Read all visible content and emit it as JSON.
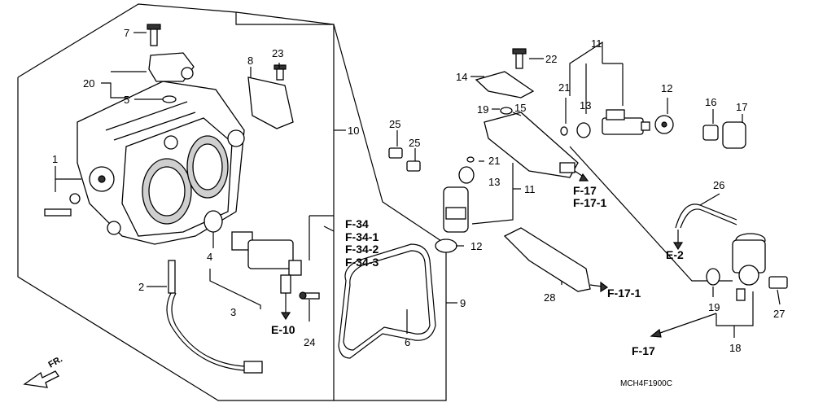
{
  "diagram": {
    "part_numbers": {
      "p1": "1",
      "p2": "2",
      "p3": "3",
      "p4": "4",
      "p5": "5",
      "p6": "6",
      "p7": "7",
      "p8": "8",
      "p9": "9",
      "p10": "10",
      "p11a": "11",
      "p11b": "11",
      "p12a": "12",
      "p12b": "12",
      "p13a": "13",
      "p13b": "13",
      "p14": "14",
      "p15": "15",
      "p16": "16",
      "p17": "17",
      "p18": "18",
      "p19a": "19",
      "p19b": "19",
      "p20": "20",
      "p21a": "21",
      "p21b": "21",
      "p22": "22",
      "p23": "23",
      "p24": "24",
      "p25a": "25",
      "p25b": "25",
      "p26": "26",
      "p27": "27",
      "p28": "28"
    },
    "references": {
      "f34": "F-34",
      "f34_1": "F-34-1",
      "f34_2": "F-34-2",
      "f34_3": "F-34-3",
      "e10": "E-10",
      "f17a": "F-17",
      "f17_1a": "F-17-1",
      "f17_1b": "F-17-1",
      "e2": "E-2",
      "f17b": "F-17"
    },
    "direction_label": "FR.",
    "diagram_code": "MCH4F1900C"
  }
}
